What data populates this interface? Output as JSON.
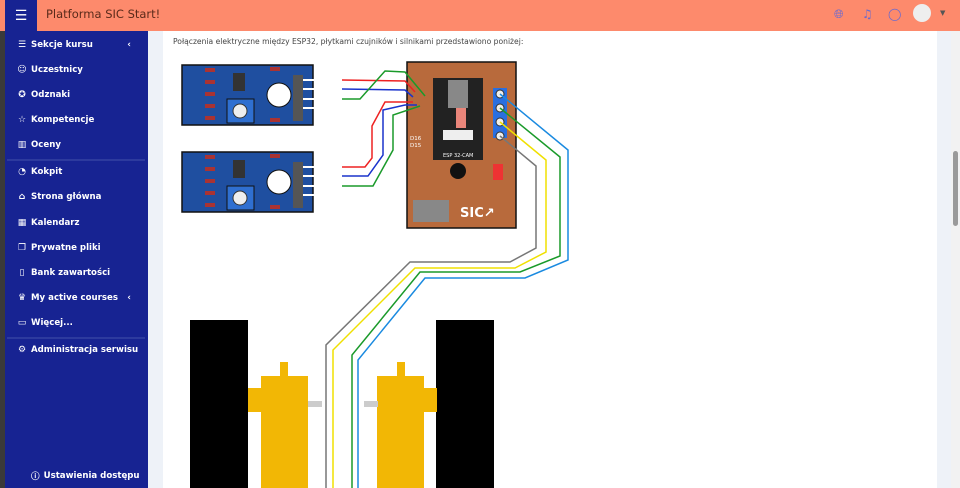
{
  "header": {
    "title": "Platforma SIC Start!",
    "icons": [
      "menu-icon",
      "globe-icon",
      "bell-icon",
      "chat-icon",
      "avatar",
      "caret-down-icon"
    ]
  },
  "sidebar": {
    "items": [
      {
        "label": "Sekcje kursu",
        "icon": "list-icon"
      },
      {
        "label": "Uczestnicy",
        "icon": "users-icon"
      },
      {
        "label": "Odznaki",
        "icon": "badge-icon"
      },
      {
        "label": "Kompetencje",
        "icon": "star-icon"
      },
      {
        "label": "Oceny",
        "icon": "book-icon"
      },
      {
        "label": "Kokpit",
        "icon": "gauge-icon"
      },
      {
        "label": "Strona główna",
        "icon": "home-icon"
      },
      {
        "label": "Kalendarz",
        "icon": "calendar-icon"
      },
      {
        "label": "Prywatne pliki",
        "icon": "files-icon"
      },
      {
        "label": "Bank zawartości",
        "icon": "clipboard-icon"
      },
      {
        "label": "My active courses",
        "icon": "graduation-cap-icon"
      },
      {
        "label": "Więcej...",
        "icon": "folder-icon"
      },
      {
        "label": "Administracja serwisu",
        "icon": "gear-icon"
      }
    ],
    "footer": "Ustawienia dostępu"
  },
  "content": {
    "intro": "Połączenia elektryczne między ESP32, płytkami czujników i silnikami przedstawiono poniżej:",
    "diagram": {
      "board_label": "ESP 32-CAM",
      "pin_labels": [
        "D16",
        "D15"
      ],
      "logo": "SIC"
    }
  },
  "colors": {
    "topbar": "#fd8a6c",
    "sidebar": "#172392",
    "board": "#b86a3c",
    "sensor": "#1f4fa0",
    "motor": "#f2b705"
  }
}
